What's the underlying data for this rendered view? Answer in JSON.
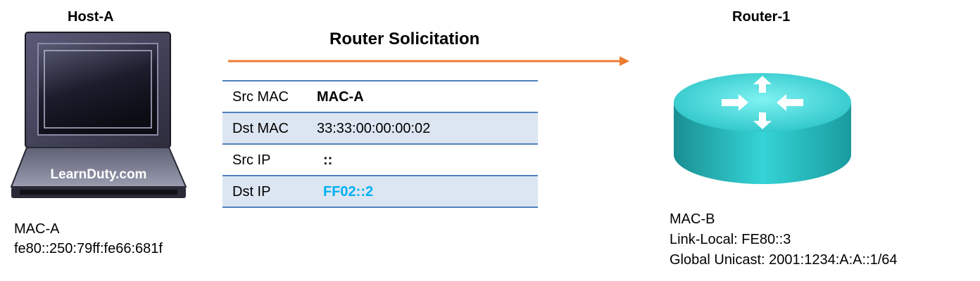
{
  "host": {
    "label": "Host-A",
    "watermark": "LearnDuty.com",
    "mac": "MAC-A",
    "ipv6": "fe80::250:79ff:fe66:681f"
  },
  "router": {
    "label": "Router-1",
    "mac": "MAC-B",
    "link_local": "Link-Local: FE80::3",
    "global_unicast": "Global Unicast: 2001:1234:A:A::1/64"
  },
  "message": {
    "title": "Router Solicitation",
    "arrow_color": "#ed7d31",
    "direction": "Host-A to Router-1"
  },
  "packet": {
    "rows": [
      {
        "field": "Src MAC",
        "value": "MAC-A"
      },
      {
        "field": "Dst MAC",
        "value": "33:33:00:00:00:02"
      },
      {
        "field": "Src IP",
        "value": "::"
      },
      {
        "field": "Dst IP",
        "value": "FF02::2"
      }
    ],
    "border_color": "#4f81bd",
    "alt_row_color": "#dce6f2",
    "highlight_color": "#00b0f0"
  },
  "icons": [
    "laptop-icon",
    "router-icon"
  ]
}
